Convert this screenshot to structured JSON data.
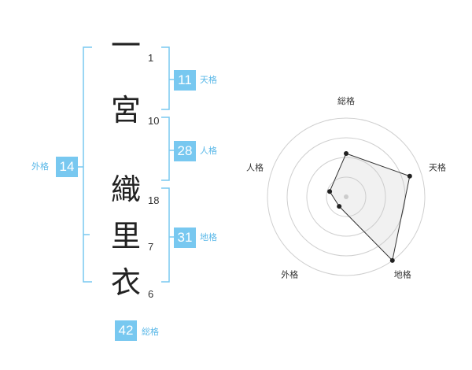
{
  "name_chars": [
    {
      "char": "一",
      "strokes": "1"
    },
    {
      "char": "宮",
      "strokes": "10"
    },
    {
      "char": "織",
      "strokes": "18"
    },
    {
      "char": "里",
      "strokes": "7"
    },
    {
      "char": "衣",
      "strokes": "6"
    }
  ],
  "grids": {
    "tenkaku": {
      "value": "11",
      "label": "天格"
    },
    "jinkaku": {
      "value": "28",
      "label": "人格"
    },
    "chikaku": {
      "value": "31",
      "label": "地格"
    },
    "gaikaku": {
      "value": "14",
      "label": "外格"
    },
    "soukaku": {
      "value": "42",
      "label": "総格"
    }
  },
  "colors": {
    "accent": "#78c8f0",
    "bracket": "#78c8f0",
    "text": "#222222"
  },
  "chart_data": {
    "type": "radar",
    "axes": [
      "総格",
      "天格",
      "地格",
      "外格",
      "人格"
    ],
    "values": [
      0.55,
      0.85,
      1.0,
      0.15,
      0.22
    ],
    "range": [
      0,
      1
    ],
    "rings": 4,
    "grid": true
  }
}
